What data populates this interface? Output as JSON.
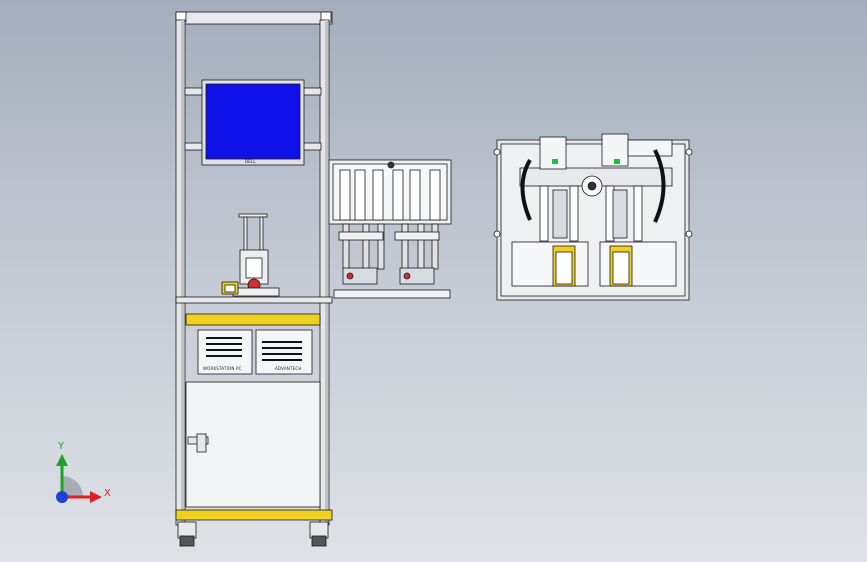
{
  "rack": {
    "monitor_brand": "DELL",
    "left_panel_caption": "WORKSTATION PC",
    "right_panel_caption": "ADVANTECH"
  },
  "triad": {
    "x_label": "X",
    "y_label": "Y",
    "x_color": "#e02020",
    "y_color": "#1fa12a",
    "z_color": "#1f3fd8"
  },
  "colors": {
    "screen_blue": "#1010e8",
    "frame_gray": "#e6e8eb",
    "outline": "#1a1a1a",
    "accent_yellow": "#f0d020",
    "accent_green": "#19c23a"
  }
}
